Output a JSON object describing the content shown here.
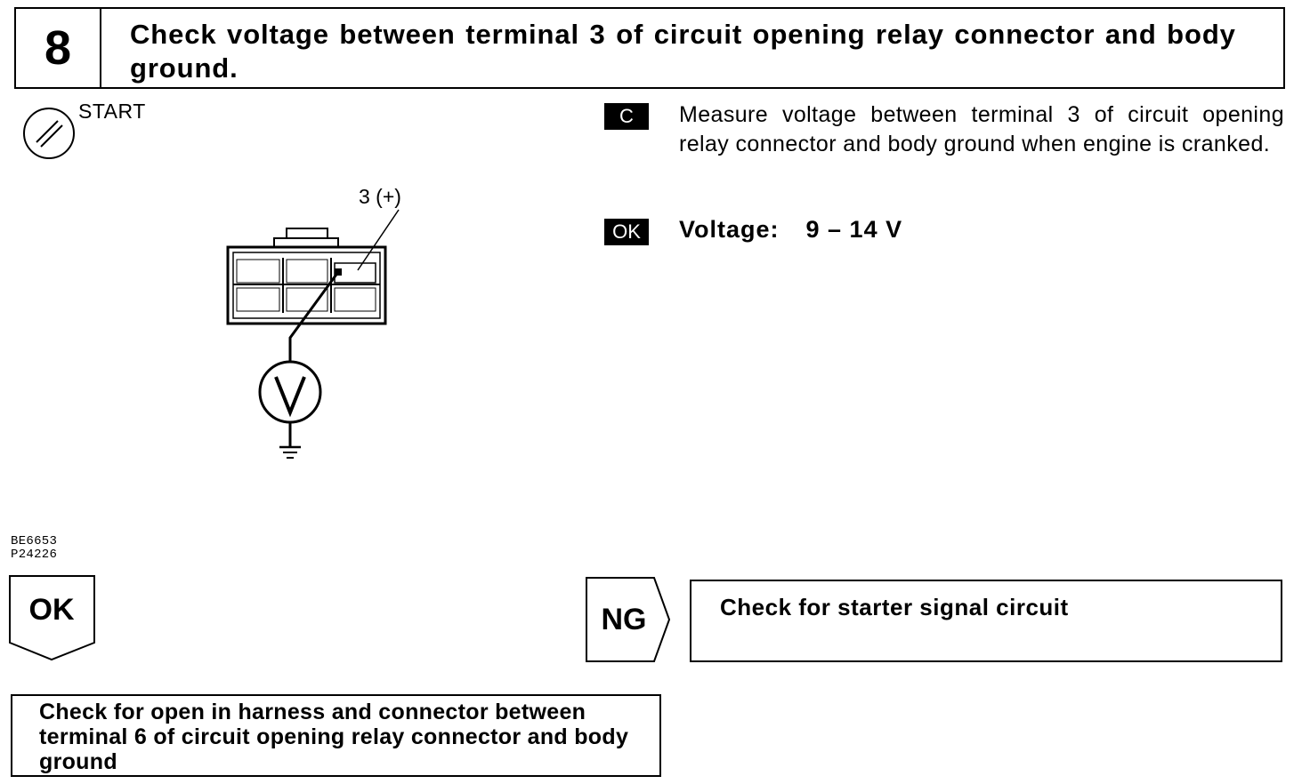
{
  "step": {
    "number": "8",
    "title": "Check voltage between terminal 3 of circuit opening relay connector and body ground."
  },
  "diagram": {
    "start_label": "START",
    "terminal_label": "3 (+)",
    "meter_symbol": "V",
    "ignition_icon": "ignition-start-icon",
    "figure_codes": [
      "BE6653",
      "P24226"
    ]
  },
  "instructions": {
    "check_tag": "C",
    "measure_text": "Measure voltage between terminal 3 of circuit opening relay connector and body ground when engine is cranked.",
    "ok_tag": "OK",
    "voltage_label": "Voltage:",
    "voltage_value": "9 – 14 V"
  },
  "flow": {
    "ok_label": "OK",
    "ng_label": "NG",
    "ng_action": "Check for starter signal circuit",
    "ok_action": "Check for open in harness and connector between terminal 6 of circuit opening relay connector and body ground"
  }
}
